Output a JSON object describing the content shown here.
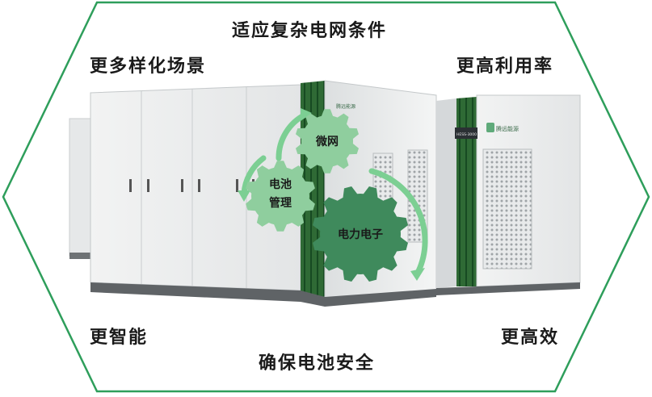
{
  "labels": {
    "top_center": "适应复杂电网条件",
    "top_left": "更多样化场景",
    "top_right": "更高利用率",
    "bottom_left": "更智能",
    "bottom_right": "更高效",
    "bottom_center": "确保电池安全"
  },
  "gears": {
    "microgrid": "微网",
    "battery_line1": "电池",
    "battery_line2": "管理",
    "power_electronics": "电力电子"
  },
  "cabinets": {
    "brand_left": "腾远能源",
    "brand_right": "腾远能源",
    "model_tag": "HESS-3000"
  },
  "colors": {
    "hexagon_border": "#2e9e5b",
    "gear_light": "#8fce9e",
    "gear_dark": "#3f8a5c",
    "arrow": "#7ccf93",
    "stripe": "#2f6a35"
  }
}
